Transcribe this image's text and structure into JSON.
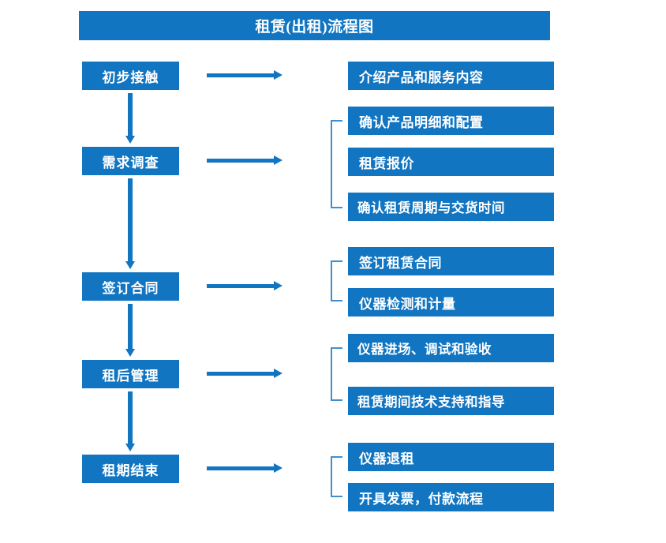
{
  "diagram": {
    "title": "租赁(出租)流程图",
    "accent_color": "#1175c2",
    "bracket_color": "#3f8fd0",
    "text_color": "#ffffff",
    "background_color": "#ffffff",
    "stages": [
      {
        "label": "初步接触"
      },
      {
        "label": "需求调查"
      },
      {
        "label": "签订合同"
      },
      {
        "label": "租后管理"
      },
      {
        "label": "租期结束"
      }
    ],
    "details": {
      "group1": [
        {
          "label": "介绍产品和服务内容"
        }
      ],
      "group2": [
        {
          "label": "确认产品明细和配置"
        },
        {
          "label": "租赁报价"
        },
        {
          "label": "确认租赁周期与交货时间"
        }
      ],
      "group3": [
        {
          "label": "签订租赁合同"
        },
        {
          "label": "仪器检测和计量"
        }
      ],
      "group4": [
        {
          "label": "仪器进场、调试和验收"
        },
        {
          "label": "租赁期间技术支持和指导"
        }
      ],
      "group5": [
        {
          "label": "仪器退租"
        },
        {
          "label": "开具发票，付款流程"
        }
      ]
    }
  }
}
